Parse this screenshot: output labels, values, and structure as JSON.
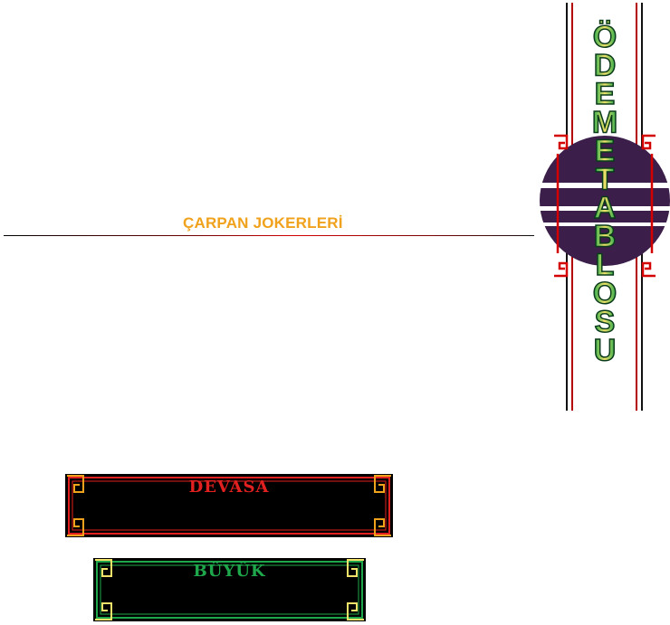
{
  "section": {
    "title": "ÇARPAN JOKERLERİ"
  },
  "banner": {
    "title": "ÖDEME TABLOSU",
    "letters": [
      "Ö",
      "D",
      "E",
      "M",
      "E",
      "T",
      "A",
      "B",
      "L",
      "O",
      "S",
      "U"
    ]
  },
  "jackpots": {
    "devasa": {
      "label": "DEVASA",
      "color": "#e32020"
    },
    "buyuk": {
      "label": "BÜYÜK",
      "color": "#1fa84b"
    }
  },
  "colors": {
    "accent_gold": "#f0a21c",
    "frame_red": "#e32020",
    "frame_green": "#1fa84b",
    "emblem_purple": "#3b1e4a"
  }
}
